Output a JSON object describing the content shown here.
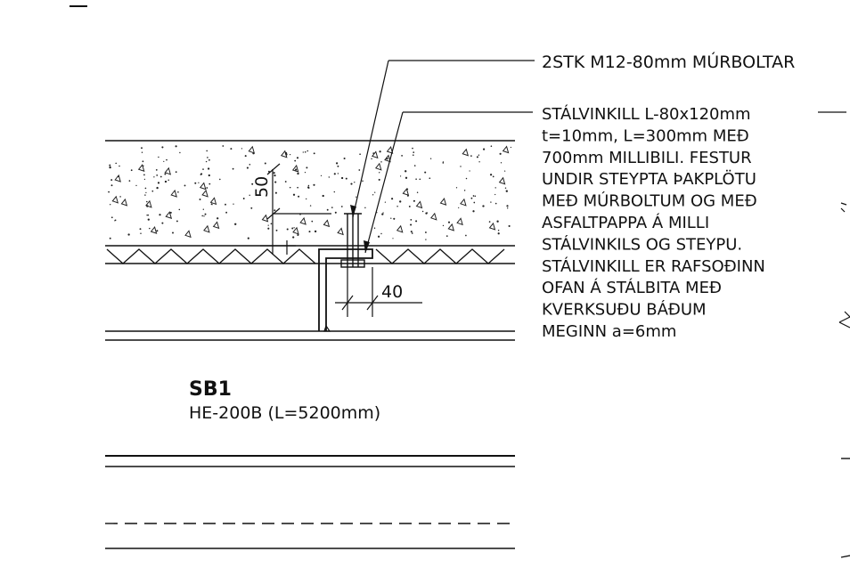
{
  "callout_bolts": "2STK M12-80mm MÚRBOLTAR",
  "callout_angle_lines": [
    "STÁLVINKILL L-80x120mm",
    "t=10mm, L=300mm MEÐ",
    "700mm MILLIBILI. FESTUR",
    "UNDIR STEYPTA ÞAKPLÖTU",
    "MEÐ MÚRBOLTUM OG MEÐ",
    "ASFALTPAPPA Á MILLI",
    "STÁLVINKILS OG STEYPU.",
    "STÁLVINKILL ER RAFSOÐINN",
    "OFAN Á STÁLBITA MEÐ",
    "KVERKSUÐU BÁÐUM",
    "MEGINN a=6mm"
  ],
  "dim_slab": "50",
  "dim_bolt_offset": "40",
  "beam_tag": "SB1",
  "beam_spec": "HE-200B (L=5200mm)"
}
